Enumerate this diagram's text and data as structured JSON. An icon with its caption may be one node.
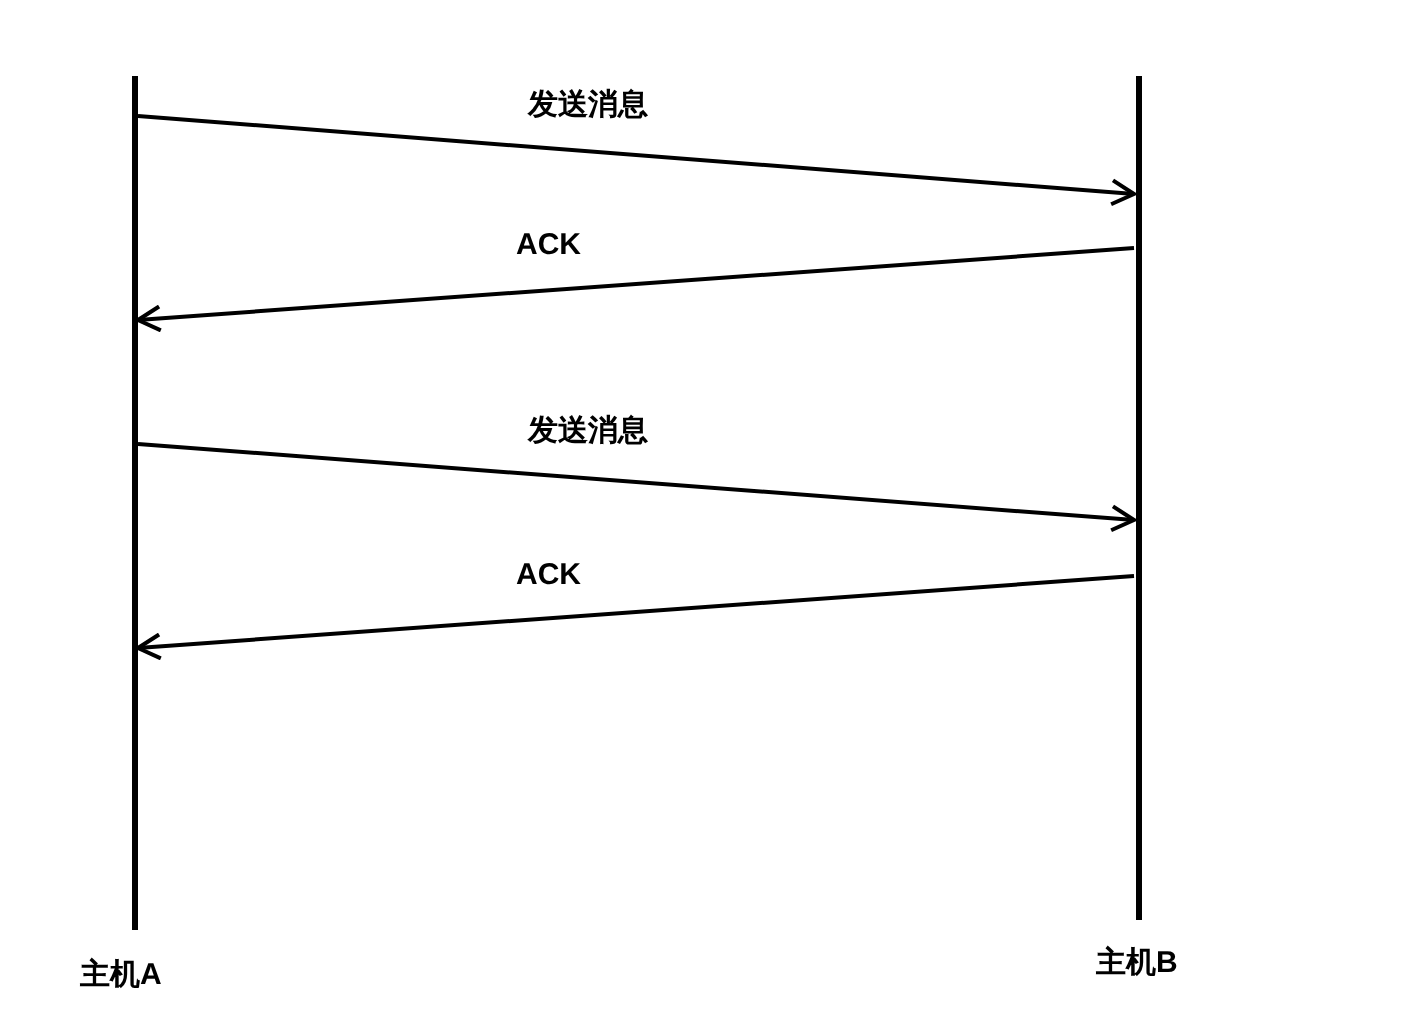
{
  "diagram": {
    "nodes": [
      {
        "text": [
          "主机A"
        ]
      },
      {
        "text": [
          "主机B"
        ]
      }
    ],
    "edges": [
      {
        "from": 0,
        "to": 1,
        "arrow": "to",
        "label": "发送消息"
      },
      {
        "from": 1,
        "to": 0,
        "arrow": "to",
        "label": "ACK"
      },
      {
        "from": 0,
        "to": 1,
        "arrow": "to",
        "label": "发送消息"
      },
      {
        "from": 1,
        "to": 0,
        "arrow": "to",
        "label": "ACK"
      }
    ]
  }
}
